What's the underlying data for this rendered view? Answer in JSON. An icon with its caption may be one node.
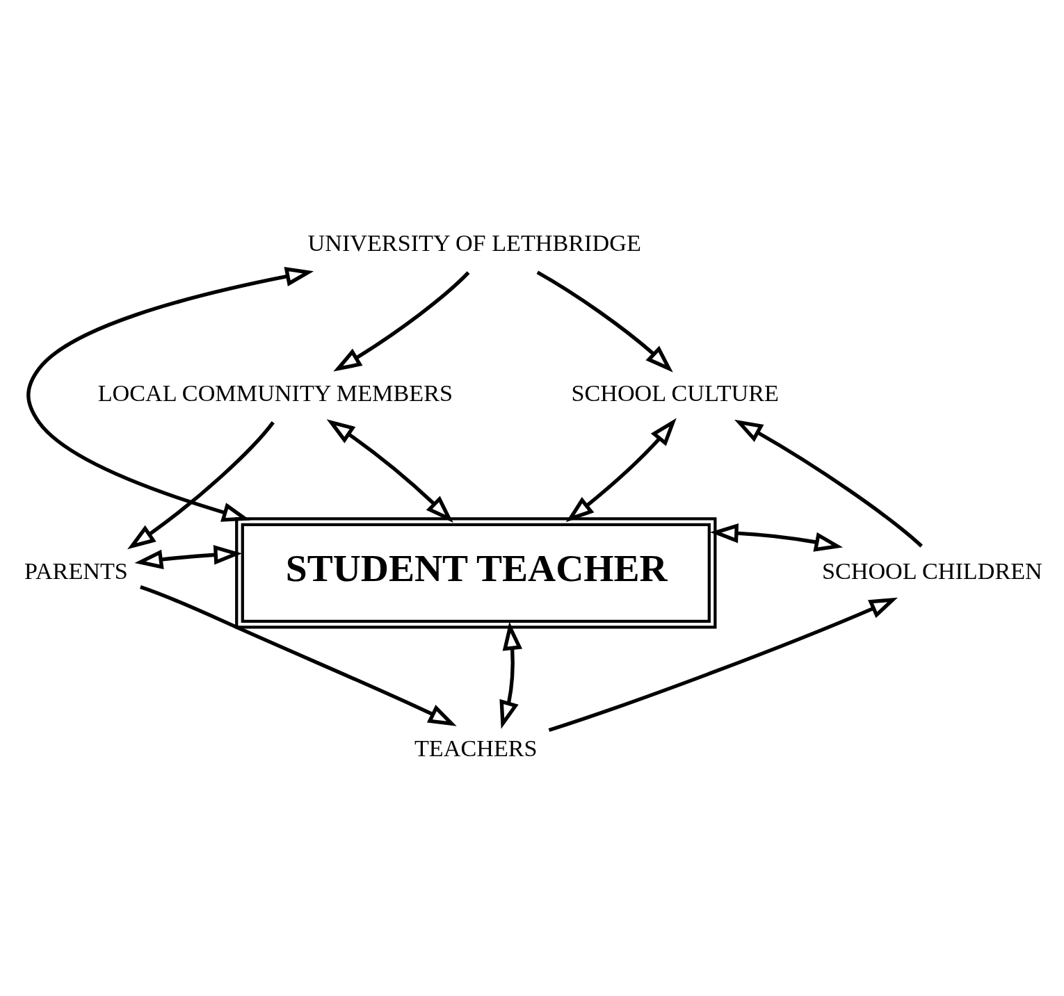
{
  "diagram": {
    "nodes": [
      {
        "text": [
          "STUDENT TEACHER"
        ]
      },
      {
        "text": [
          "UNIVERSITY OF LETHBRIDGE"
        ]
      },
      {
        "text": [
          "LOCAL COMMUNITY MEMBERS"
        ]
      },
      {
        "text": [
          "SCHOOL CULTURE"
        ]
      },
      {
        "text": [
          "PARENTS"
        ]
      },
      {
        "text": [
          "SCHOOL CHILDREN"
        ]
      },
      {
        "text": [
          "TEACHERS"
        ]
      }
    ],
    "edges": [
      {
        "from": 1,
        "to": 0,
        "arrow": "both"
      },
      {
        "from": 2,
        "to": 0,
        "arrow": "both"
      },
      {
        "from": 3,
        "to": 0,
        "arrow": "both"
      },
      {
        "from": 4,
        "to": 0,
        "arrow": "both"
      },
      {
        "from": 0,
        "to": 5,
        "arrow": "both"
      },
      {
        "from": 0,
        "to": 6,
        "arrow": "both"
      },
      {
        "from": 1,
        "to": 2,
        "arrow": "to"
      },
      {
        "from": 2,
        "to": 4,
        "arrow": "to"
      },
      {
        "from": 4,
        "to": 6,
        "arrow": "to"
      },
      {
        "from": 6,
        "to": 5,
        "arrow": "to"
      },
      {
        "from": 5,
        "to": 3,
        "arrow": "to"
      },
      {
        "from": 1,
        "to": 3,
        "arrow": "to"
      }
    ]
  }
}
